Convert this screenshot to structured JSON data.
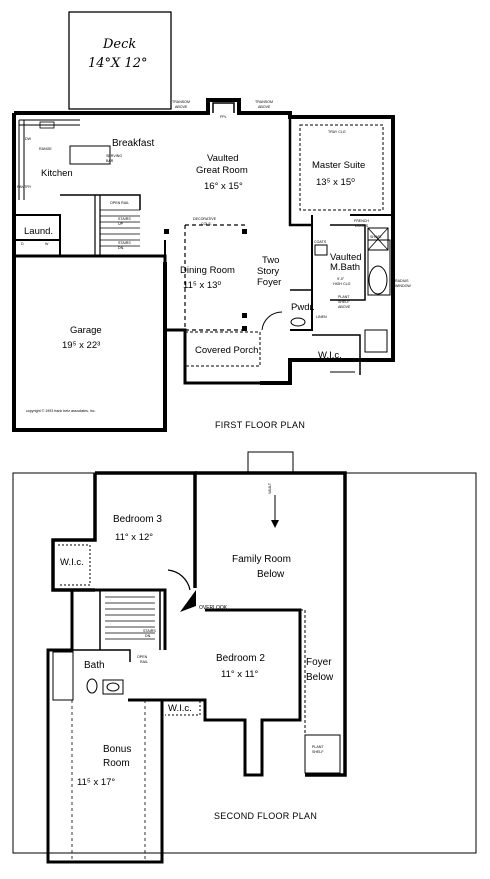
{
  "first_floor": {
    "title": "FIRST FLOOR PLAN",
    "deck": {
      "name": "Deck",
      "size": "14°X 12°"
    },
    "transom_left": [
      "TRANSOM",
      "ABOVE"
    ],
    "transom_right": [
      "TRANSOM",
      "ABOVE"
    ],
    "fpl": "FPL",
    "tray_clg": "TRAY CLG",
    "breakfast": "Breakfast",
    "kitchen": "Kitchen",
    "range": "RANGE",
    "pantry": "PANTRY",
    "dw": "DW",
    "serving_bar": [
      "SERVING",
      "BAR"
    ],
    "open_rail": "OPEN RAIL",
    "stairs_up": [
      "STAIRS",
      "UP"
    ],
    "stairs_dn": [
      "STAIRS",
      "DN."
    ],
    "laundry": "Laund.",
    "laundry_w": "W",
    "laundry_d": "D",
    "great_room": {
      "name": [
        "Vaulted",
        "Great Room"
      ],
      "size": "16° x 15°"
    },
    "decorative_cols": [
      "DECORATIVE",
      "COLS."
    ],
    "master_suite": {
      "name": "Master Suite",
      "size": "13⁵ x 15⁰"
    },
    "french_doors": [
      "FRENCH",
      "DOORS"
    ],
    "shwr": "SHWR.",
    "radius_window": [
      "RADIUS",
      "WINDOW"
    ],
    "coats": "COATS",
    "vaulted_mbath": [
      "Vaulted",
      "M.Bath"
    ],
    "high_clg": [
      "9'-0\"",
      "HIGH CLG"
    ],
    "plant_shelf_above": [
      "PLANT",
      "SHELF",
      "ABOVE"
    ],
    "linen": "LINEN",
    "powder": "Pwdr.",
    "wic": "W.I.c.",
    "dining": {
      "name": "Dining Room",
      "size": "11⁵ x 13⁰"
    },
    "foyer": [
      "Two",
      "Story",
      "Foyer"
    ],
    "covered_porch": "Covered Porch",
    "garage": {
      "name": "Garage",
      "size": "19⁵ x 22³"
    },
    "copyright": "copyright © 1993 frank betz associates, inc."
  },
  "second_floor": {
    "title": "SECOND FLOOR PLAN",
    "bedroom3": {
      "name": "Bedroom 3",
      "size": "11° x 12°"
    },
    "wic_top": "W.I.c.",
    "vault": "VAULT",
    "family_room_below": [
      "Family Room",
      "Below"
    ],
    "overlook": "OVERLOOK",
    "stairs_dn": [
      "STAIRS",
      "DN."
    ],
    "open_rail": [
      "OPEN",
      "RAIL"
    ],
    "bath": "Bath",
    "bedroom2": {
      "name": "Bedroom 2",
      "size": "11° x 11°"
    },
    "foyer_below": [
      "Foyer",
      "Below"
    ],
    "wic_bottom": "W.I.c.",
    "plant_shelf": [
      "PLANT",
      "SHELF"
    ],
    "bonus_room": {
      "name": [
        "Bonus",
        "Room"
      ],
      "size": "11⁵ x 17°"
    }
  }
}
